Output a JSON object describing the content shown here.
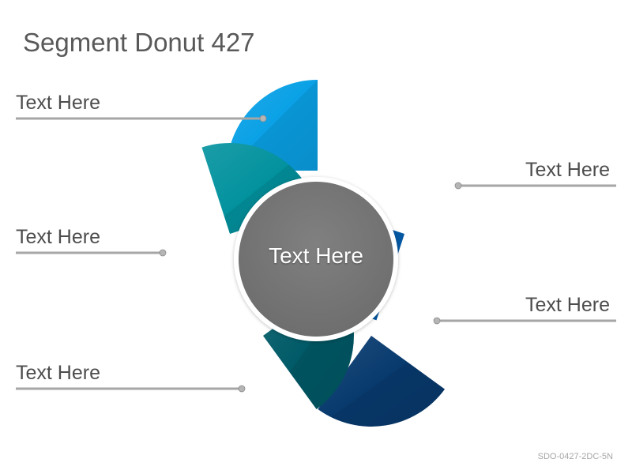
{
  "title": "Segment Donut 427",
  "center": {
    "text": "Text Here"
  },
  "segments": [
    {
      "label": "Text Here",
      "color": "#0aa1e6"
    },
    {
      "label": "Text Here",
      "color": "#0460b2"
    },
    {
      "label": "Text Here",
      "color": "#083a6e"
    },
    {
      "label": "Text Here",
      "color": "#005a67"
    },
    {
      "label": "Text Here",
      "color": "#02929e"
    }
  ],
  "code": "SDO-0427-2DC-5N",
  "colors": {
    "center": "#787878",
    "connector": "#a6a6a6",
    "dot": "#a6a6a6"
  }
}
